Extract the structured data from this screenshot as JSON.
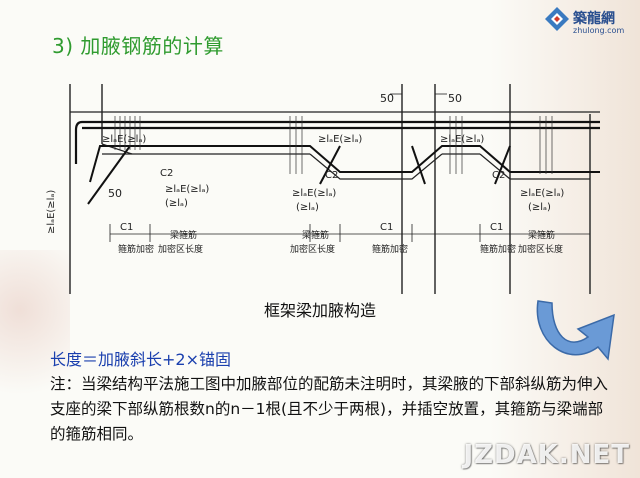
{
  "heading": "3) 加腋钢筋的计算",
  "logo": {
    "name": "築龍網",
    "url": "zhulong.com"
  },
  "diagram": {
    "caption": "框架梁加腋构造",
    "labels": {
      "dim50": "50",
      "lae": "≥lₐE(≥lₐ)",
      "lae_bracket": "(≥lₐ)",
      "c1": "C1",
      "c2": "C2",
      "stirrup_dense": "箍筋加密",
      "beam_stirrup": "梁箍筋",
      "dense_len": "加密区长度"
    }
  },
  "formula": "长度＝加腋斜长+2×锚固",
  "note": "注：当梁结构平法施工图中加腋部位的配筋未注明时，其梁腋的下部斜纵筋为伸入支座的梁下部纵筋根数n的n－1根(且不少于两根)，并插空放置，其箍筋与梁端部的箍筋相同。",
  "watermark": "JZDAK.NET",
  "colors": {
    "heading": "#2f9b2f",
    "formula": "#1a3fae",
    "arrow": "#4a7fc8"
  },
  "icons": {
    "logo": "zhulong-logo-icon",
    "arrow": "curved-arrow-icon"
  }
}
